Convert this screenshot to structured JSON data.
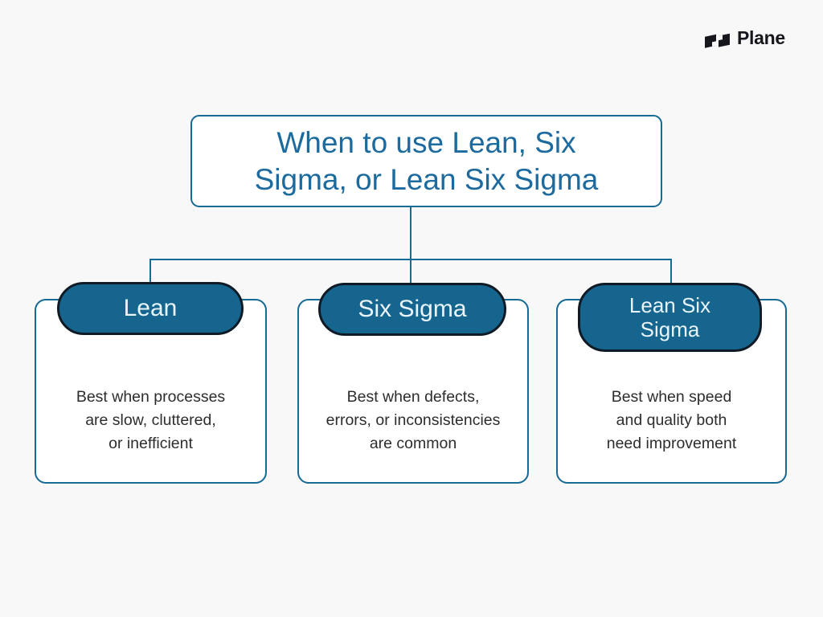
{
  "brand": {
    "name": "Plane"
  },
  "diagram": {
    "title": "When to use Lean, Six Sigma, or Lean Six Sigma",
    "title_lines": [
      "When to use Lean, Six",
      "Sigma, or Lean Six Sigma"
    ],
    "branches": [
      {
        "label": "Lean",
        "description": "Best when processes are slow, cluttered, or inefficient",
        "lines": [
          "Best when processes",
          "are slow, cluttered,",
          "or inefficient"
        ]
      },
      {
        "label": "Six Sigma",
        "description": "Best when defects, errors, or inconsistencies are common",
        "lines": [
          "Best when defects,",
          "errors, or inconsistencies",
          "are common"
        ]
      },
      {
        "label": "Lean Six Sigma",
        "description": "Best when speed and quality both need improvement",
        "lines": [
          "Best when speed",
          "and quality both",
          "need improvement"
        ]
      }
    ]
  },
  "colors": {
    "background": "#f8f8f8",
    "accent_teal": "#166a96",
    "pill_fill": "#16658f",
    "pill_border": "#0e1b26",
    "pill_text": "#e9f5fc",
    "title_text": "#1c6a9e",
    "body_text": "#2d2d2d",
    "card_background": "#ffffff",
    "logo_color": "#15171c"
  }
}
